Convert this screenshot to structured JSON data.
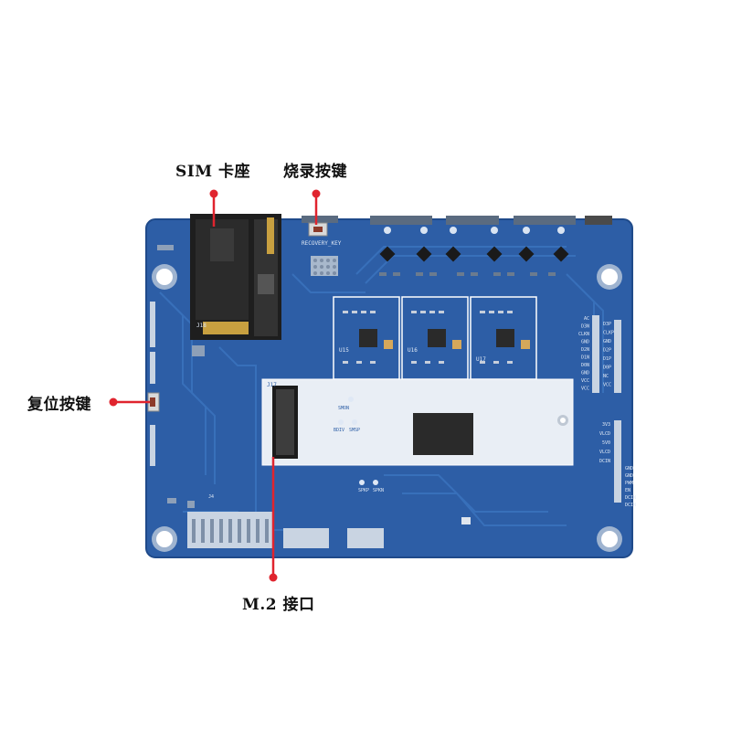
{
  "colors": {
    "board": "#2d5ea6",
    "board_dark": "#1f4a8a",
    "trace": "#3a6fb8",
    "silk": "#dfe8f5",
    "callout": "#e0242e",
    "connector_black": "#222222",
    "gold": "#c8a040",
    "m2_slot": "#e9eef5",
    "chip": "#2a2a2a"
  },
  "callouts": {
    "sim_slot": "SIM 卡座",
    "burn_button": "烧录按键",
    "reset_button": "复位按键",
    "m2_interface": "M.2 接口"
  },
  "silkscreen": {
    "recovery": "RECOVERY_KEY",
    "j17": "J17",
    "j18": "J18",
    "u15": "U15",
    "u16": "U16",
    "u17": "U17",
    "smon": "SMON",
    "bdiv": "BDIV",
    "smsp": "SMSP",
    "spkp": "SPKP",
    "spkn": "SPKN",
    "j4": "J4",
    "right_pins_a": [
      "AC",
      "D3N",
      "CLKN",
      "GND",
      "D2N",
      "D1N",
      "D0N",
      "GND",
      "VCC",
      "VCC"
    ],
    "right_pins_b": [
      "D3P",
      "CLKP",
      "GND",
      "D2P",
      "D1P",
      "D0P",
      "NC",
      "VCC"
    ],
    "power_pins": [
      "3V3",
      "VLCD",
      "5V0",
      "VLCD",
      "DCIN"
    ],
    "power_pins_b": [
      "GND",
      "GND",
      "PWM",
      "EN",
      "DCIN",
      "DCIN"
    ]
  }
}
